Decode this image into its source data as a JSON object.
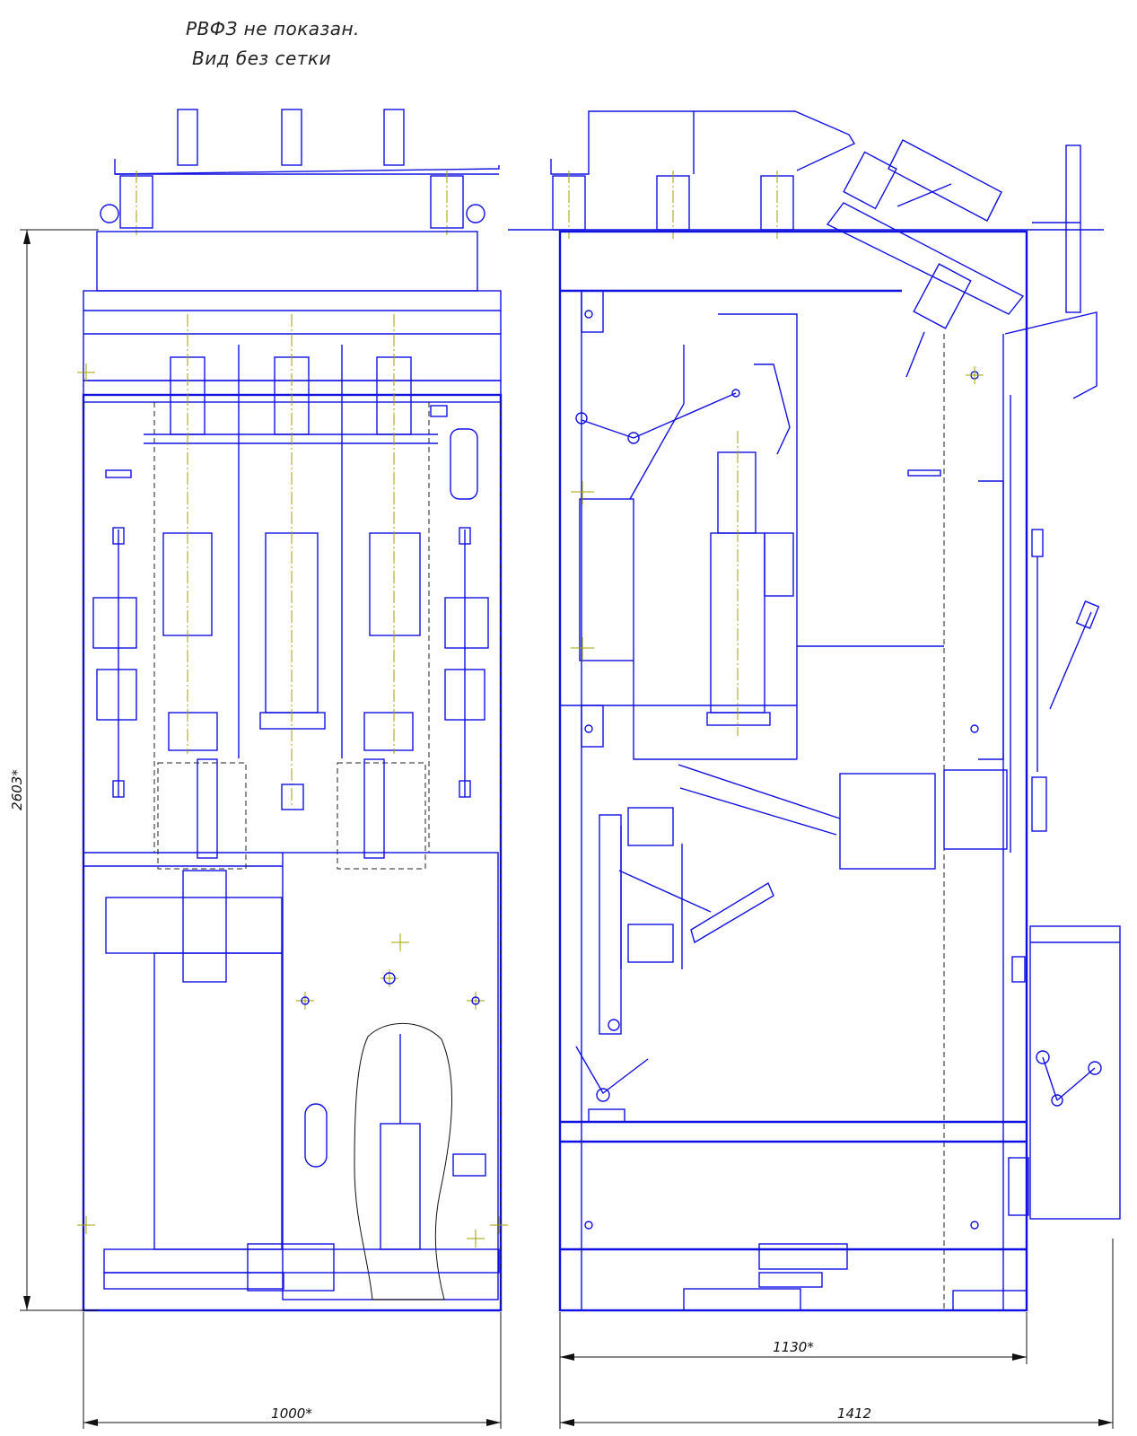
{
  "notes": {
    "line1": "РВФЗ не показан.",
    "line2": "Вид без сетки"
  },
  "dimensions": {
    "height_front": "2603*",
    "width_front": "1000*",
    "depth_side_inner": "1130*",
    "depth_side_overall": "1412"
  },
  "colors": {
    "drawing_lines": "#1010e0",
    "dimension_lines": "#111111",
    "centerlines": "#a0a000",
    "background": "#ffffff"
  }
}
